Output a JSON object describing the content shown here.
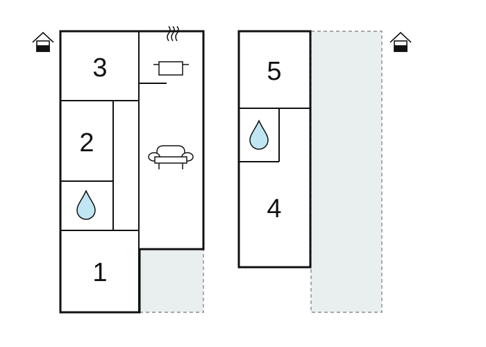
{
  "floor_plan": {
    "rooms": [
      {
        "id": "room-3",
        "label": "3"
      },
      {
        "id": "room-2",
        "label": "2"
      },
      {
        "id": "room-1",
        "label": "1"
      },
      {
        "id": "room-5",
        "label": "5"
      },
      {
        "id": "room-4",
        "label": "4"
      }
    ],
    "icons": [
      "house-icon",
      "pot-icon",
      "sofa-icon",
      "water-drop-icon"
    ],
    "colors": {
      "wall": "#111111",
      "outdoor_area": "#e9eeee",
      "water_drop": "#bfe6f2"
    }
  }
}
